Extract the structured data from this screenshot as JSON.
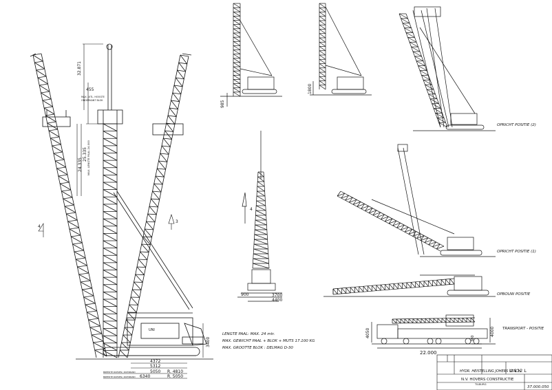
{
  "main_view": {
    "dims": {
      "height_total": "32.871",
      "top_offset": "455",
      "max_lift_label": "MAX. UITL. HOOGTE",
      "max_lift_sub": "ONDERKANT BLOK",
      "h2": "25.335",
      "h3": "24.335",
      "pile_label": "MAX. LENGTE PAAL 24.000",
      "base_h": "3400",
      "w1": "4372",
      "w2": "5312",
      "w3": "5050",
      "w4": "6340",
      "r1": "R. 4810",
      "r2": "R. 5050",
      "w3_label": "BREEDTE RUPSEN / RUPSBAND",
      "w4_label": "BREEDTE RUPSEN / RUPSBAND"
    },
    "markers": {
      "left": "4",
      "right": "3"
    }
  },
  "front_view": {
    "marker": "4",
    "dims": {
      "w": "900",
      "h1": "3700",
      "h2": "4400"
    }
  },
  "top_views": {
    "left_dim": "985",
    "right_dim": "1800"
  },
  "spec_notes": [
    "LENGTE PAAL: MAX. 24 mtr.",
    "MAX. GEWICHT PAAL + BLOK + MUTS   17.100 KG",
    "MAX. GROOTTE BLOK : DELMAG D-30"
  ],
  "positions": {
    "oprichting_2": "OPRICHT POSITIE (2)",
    "oprichting_1": "OPRICHT POSITIE (1)",
    "opbouw": "OPBOUW POSITIE",
    "transport": "TRANSPORT - POSITIE"
  },
  "transport_dims": {
    "h_left": "4050",
    "h_right": "4000",
    "length": "22.000",
    "small": "380"
  },
  "title_block": {
    "title": "HYDR. HEISTELLING JOHERS STACH",
    "model": "U 112 L",
    "company": "N.V. HOVERS CONSTRUCTIE",
    "city": "TILBURG",
    "number": "37.000.050"
  }
}
